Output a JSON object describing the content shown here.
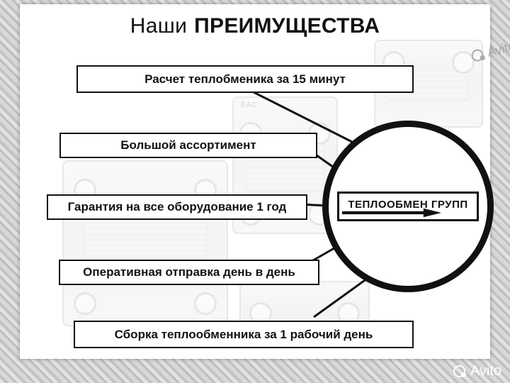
{
  "page": {
    "title_regular": "Наши",
    "title_bold": "ПРЕИМУЩЕСТВА"
  },
  "advantages": [
    "Расчет теплобменика за 15 минут",
    "Большой ассортимент",
    "Гарантия на все оборудование 1 год",
    "Оперативная отправка день в день",
    "Сборка теплообменника за 1 рабочий день"
  ],
  "logo": {
    "name": "ТЕПЛООБМЕН ГРУПП"
  },
  "background": {
    "eac_mark": "EAC"
  },
  "watermarks": {
    "corner": "Avito",
    "side": "Avito"
  },
  "colors": {
    "ink": "#121212",
    "box_bg": "#ffffff",
    "stripe_light": "#e2e2e2",
    "stripe_dark": "#c3c3c3"
  }
}
